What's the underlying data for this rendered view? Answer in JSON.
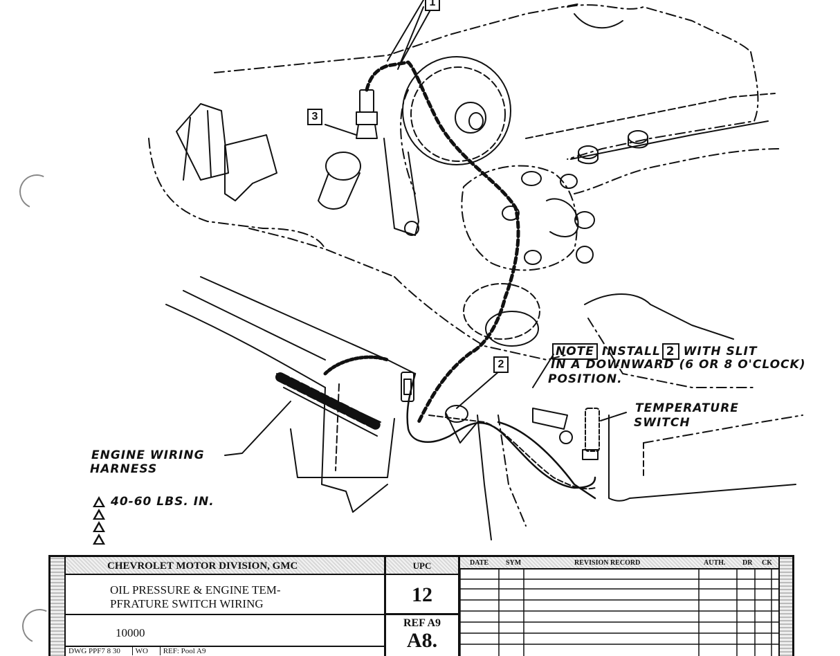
{
  "callouts": {
    "c1": "1",
    "c2": "2",
    "c3": "3"
  },
  "annotations": {
    "note_label": "NOTE",
    "note_install": "INSTALL",
    "note_callout": "2",
    "note_line1_rest": "WITH SLIT",
    "note_line2": "IN A DOWNWARD (6 OR 8 O'CLOCK)",
    "note_line3": "POSITION.",
    "temperature_switch_1": "TEMPERATURE",
    "temperature_switch_2": "SWITCH",
    "engine_harness_1": "ENGINE WIRING",
    "engine_harness_2": "HARNESS",
    "torque": "40-60 LBS. IN."
  },
  "title_block": {
    "division": "CHEVROLET MOTOR DIVISION, GMC",
    "title_line1": "OIL PRESSURE & ENGINE TEM-",
    "title_line2": "PFRATURE SWITCH WIRING",
    "number": "10000",
    "upc_label": "UPC",
    "upc_value": "12",
    "ref_label": "REF A9",
    "ref_value": "A8.",
    "col_date": "DATE",
    "col_sym": "SYM",
    "col_revision": "REVISION RECORD",
    "col_auth": "AUTH.",
    "col_dr": "DR",
    "col_ck": "CK",
    "dwg_label": "DWG PPF7 8 30",
    "dwg_wo": "WO",
    "dwg_ref": "REF: Pool A9"
  }
}
